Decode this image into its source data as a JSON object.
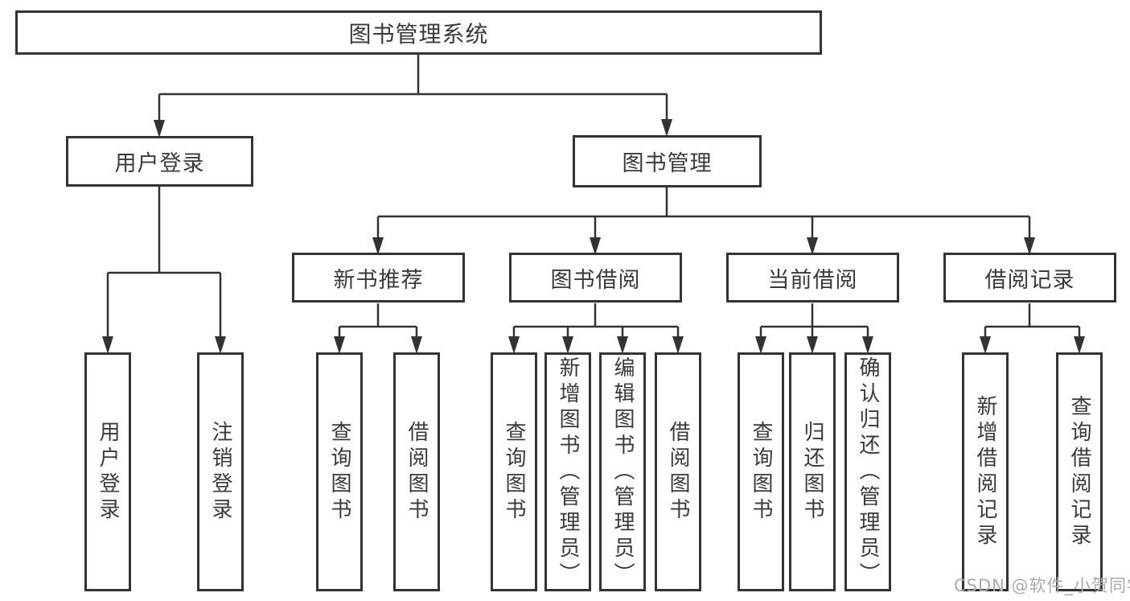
{
  "tree": {
    "label": "图书管理系统",
    "children": [
      {
        "label": "用户登录",
        "children": [
          {
            "label": "用户登录"
          },
          {
            "label": "注销登录"
          }
        ]
      },
      {
        "label": "图书管理",
        "children": [
          {
            "label": "新书推荐",
            "children": [
              {
                "label": "查询图书"
              },
              {
                "label": "借阅图书"
              }
            ]
          },
          {
            "label": "图书借阅",
            "children": [
              {
                "label": "查询图书"
              },
              {
                "label": "新增图书（管理员）"
              },
              {
                "label": "编辑图书（管理员）"
              },
              {
                "label": "借阅图书"
              }
            ]
          },
          {
            "label": "当前借阅",
            "children": [
              {
                "label": "查询图书"
              },
              {
                "label": "归还图书"
              },
              {
                "label": "确认归还（管理员）"
              }
            ]
          },
          {
            "label": "借阅记录",
            "children": [
              {
                "label": "新增借阅记录"
              },
              {
                "label": "查询借阅记录"
              }
            ]
          }
        ]
      }
    ]
  },
  "watermark": "CSDN @软件_小贺同学",
  "colors": {
    "line": "#333333",
    "box_border": "#333333",
    "text": "#3a3a3a",
    "watermark": "#ababab",
    "background": "#ffffff"
  }
}
